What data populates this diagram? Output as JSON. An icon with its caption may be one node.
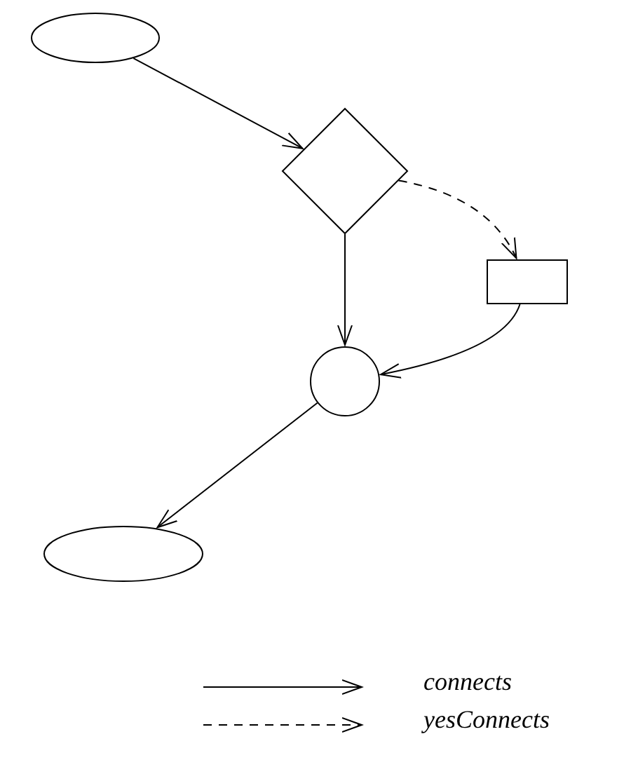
{
  "diagram": {
    "nodes": [
      {
        "text": [],
        "shape": "ellipse"
      },
      {
        "text": [],
        "shape": "diamond"
      },
      {
        "text": [],
        "shape": "box"
      },
      {
        "text": [],
        "shape": "circle"
      },
      {
        "text": [],
        "shape": "ellipse"
      }
    ],
    "edges": [
      {
        "from": 0,
        "to": 1,
        "arrow": "to"
      },
      {
        "from": 1,
        "to": 2,
        "arrow": "to",
        "style": "dashed"
      },
      {
        "from": 1,
        "to": 3,
        "arrow": "to"
      },
      {
        "from": 2,
        "to": 3,
        "arrow": "to"
      },
      {
        "from": 3,
        "to": 4,
        "arrow": "to"
      }
    ],
    "legend": [
      {
        "text": "connects"
      },
      {
        "text": "yesConnects"
      }
    ]
  }
}
